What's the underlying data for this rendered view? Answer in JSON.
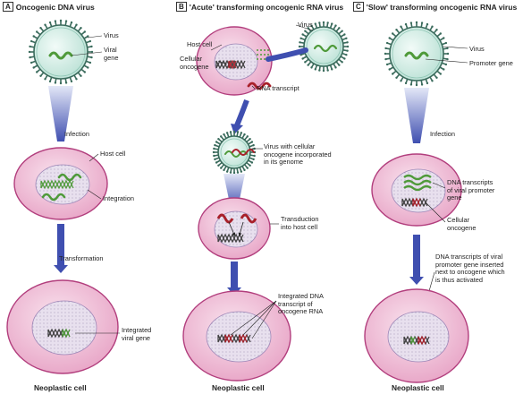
{
  "panels": [
    {
      "letter": "A",
      "title": "Oncogenic DNA virus",
      "labels": {
        "virus": "Virus",
        "viral_gene": "Viral\ngene",
        "infection": "Infection",
        "host_cell": "Host cell",
        "integration": "Integration",
        "transformation": "Transformation",
        "integrated_viral_gene": "Integrated\nviral gene"
      },
      "result": "Neoplastic cell"
    },
    {
      "letter": "B",
      "title": "'Acute' transforming oncogenic RNA virus",
      "labels": {
        "virus": "Virus",
        "host_cell": "Host cell",
        "cellular_oncogene": "Cellular\noncogene",
        "rna_transcript": "RNA transcript",
        "virus_with_oncogene": "Virus with cellular\noncogene incorporated\nin its genome",
        "transduction": "Transduction\ninto host cell",
        "integrated_dna": "Integrated DNA\ntranscript of\noncogene RNA"
      },
      "result": "Neoplastic cell"
    },
    {
      "letter": "C",
      "title": "'Slow' transforming oncogenic RNA virus",
      "labels": {
        "virus": "Virus",
        "promoter_gene": "Promoter gene",
        "infection": "Infection",
        "dna_transcripts": "DNA transcripts\nof viral promoter\ngene",
        "cellular_oncogene": "Cellular\noncogene",
        "inserted_note": "DNA transcripts of viral\npromoter gene inserted\nnext to oncogene which\nis thus activated"
      },
      "result": "Neoplastic cell"
    }
  ],
  "colors": {
    "cell_fill": "#f2c9dc",
    "cell_stroke": "#b23e7d",
    "nucleus_fill": "#e8e0ee",
    "virus_fill": "#d9f0ea",
    "virus_stroke": "#3a6b5c",
    "arrow": "#3f4fb0",
    "green_gene": "#4f9a3a",
    "red_gene": "#a8202a"
  }
}
